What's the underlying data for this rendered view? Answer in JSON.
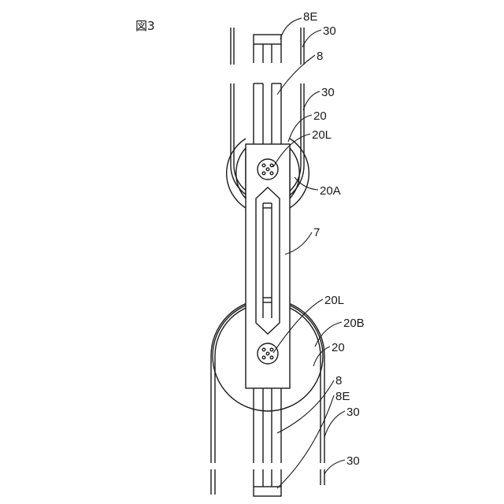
{
  "figure": {
    "title": "図3",
    "labels": {
      "top_8e": "8E",
      "top_30_a": "30",
      "top_8": "8",
      "top_30_b": "30",
      "top_20": "20",
      "top_20l": "20L",
      "top_20a": "20A",
      "mid_7": "7",
      "bot_20l": "20L",
      "bot_20b": "20B",
      "bot_20": "20",
      "bot_8": "8",
      "bot_8e": "8E",
      "bot_30_a": "30",
      "bot_30_b": "30"
    }
  }
}
